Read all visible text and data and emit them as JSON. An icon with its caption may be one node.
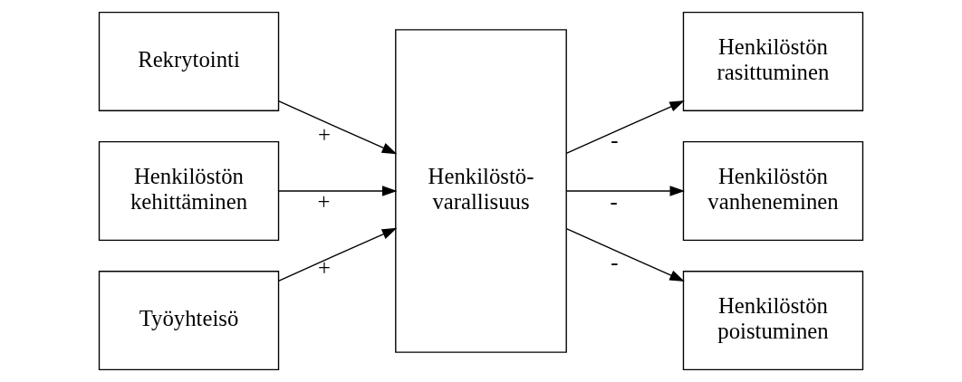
{
  "diagram": {
    "nodes": [
      {
        "text": [
          "Rekrytointi"
        ]
      },
      {
        "text": [
          "Henkilöstön kehittäminen"
        ]
      },
      {
        "text": [
          "Työyhteisö"
        ]
      },
      {
        "text": [
          "Henkilöstö- varallisuus"
        ]
      },
      {
        "text": [
          "Henkilöstön rasittuminen"
        ]
      },
      {
        "text": [
          "Henkilöstön vanheneminen"
        ]
      },
      {
        "text": [
          "Henkilöstön poistuminen"
        ]
      }
    ],
    "edges": [
      {
        "from": 0,
        "to": 3,
        "arrow": "to",
        "label": "+"
      },
      {
        "from": 1,
        "to": 3,
        "arrow": "to",
        "label": "+"
      },
      {
        "from": 2,
        "to": 3,
        "arrow": "to",
        "label": "+"
      },
      {
        "from": 3,
        "to": 4,
        "arrow": "to",
        "label": "-"
      },
      {
        "from": 3,
        "to": 5,
        "arrow": "to",
        "label": "-"
      },
      {
        "from": 3,
        "to": 6,
        "arrow": "to",
        "label": "-"
      }
    ]
  }
}
